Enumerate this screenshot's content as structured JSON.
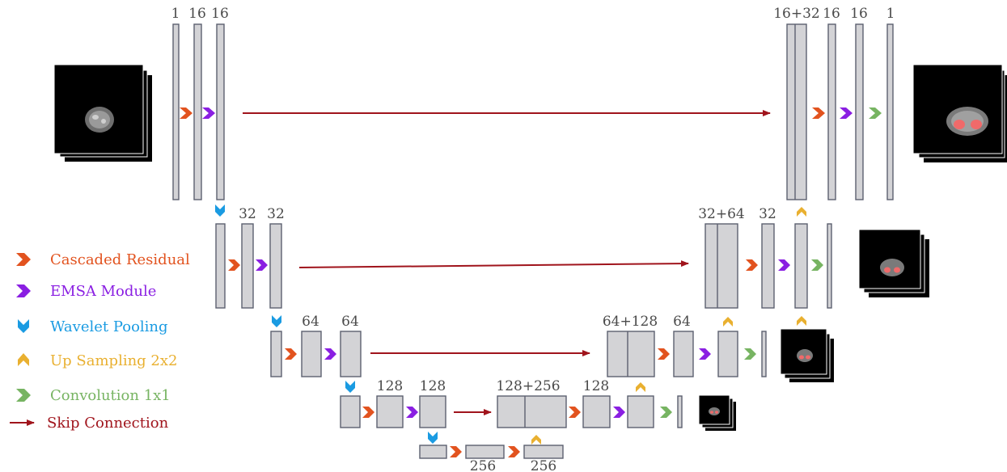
{
  "colors": {
    "cascaded_residual": "#e2531f",
    "emsa": "#8a1fe2",
    "wavelet": "#1a9be2",
    "upsampling": "#e9b030",
    "conv1x1": "#77b462",
    "skip": "#a0141c",
    "block_fill": "#d3d3d6",
    "block_stroke": "#5c6070"
  },
  "legend": [
    {
      "label": "Cascaded Residual",
      "icon": "cascaded-residual-icon",
      "color": "#e2531f"
    },
    {
      "label": "EMSA Module",
      "icon": "emsa-module-icon",
      "color": "#8a1fe2"
    },
    {
      "label": "Wavelet Pooling",
      "icon": "wavelet-pooling-icon",
      "color": "#1a9be2"
    },
    {
      "label": "Up Sampling 2x2",
      "icon": "up-sampling-icon",
      "color": "#e9b030"
    },
    {
      "label": "Convolution 1x1",
      "icon": "convolution-icon",
      "color": "#77b462"
    },
    {
      "label": "Skip Connection",
      "icon": "skip-connection-icon",
      "color": "#a0141c"
    }
  ],
  "channels": {
    "enc1": [
      "1",
      "16",
      "16"
    ],
    "enc2": [
      "32",
      "32"
    ],
    "enc3": [
      "64",
      "64"
    ],
    "enc4": [
      "128",
      "128"
    ],
    "bottleneck": [
      "256",
      "256"
    ],
    "dec1": [
      "16+32",
      "16",
      "16",
      "1"
    ],
    "dec2": [
      "32+64",
      "32"
    ],
    "dec3": [
      "64+128",
      "64"
    ],
    "dec4": [
      "128+256",
      "128"
    ]
  },
  "images": {
    "input": "mri-input-image",
    "output_level1": "segmentation-output-level1",
    "output_level2": "segmentation-output-level2",
    "output_level3": "segmentation-output-level3",
    "output_level4": "segmentation-output-level4"
  }
}
